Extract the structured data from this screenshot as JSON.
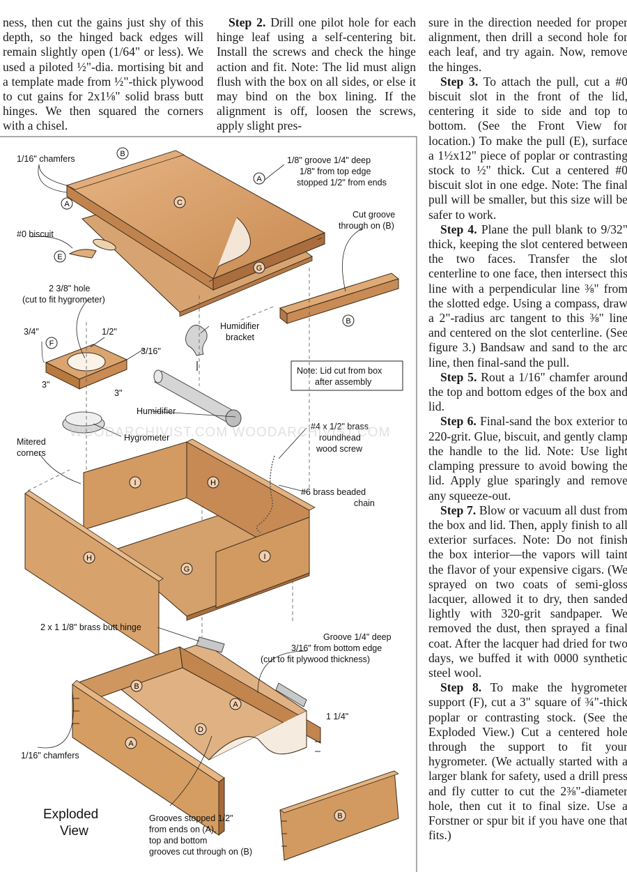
{
  "column1": [
    "ness, then cut the gains just shy of this depth, so the hinged back edges will remain slightly open (1/64\" or less). We used a piloted ½\"-dia. mortising bit and a template made from ½\"-thick plywood to cut gains for 2x1⅛\" solid brass butt hinges. We then squared the corners with a chisel."
  ],
  "column2": [
    {
      "step": "Step 2.",
      "text": " Drill one pilot hole for each hinge leaf using a self-centering bit. Install the screws and check the hinge action and fit. Note: The lid must align flush with the box on all sides, or else it may bind on the box lining. If the alignment is off, loosen the screws, apply slight pres-"
    }
  ],
  "column3": [
    {
      "step": "",
      "text": "sure in the direction needed for proper alignment, then drill a second hole for each leaf, and try again. Now, remove the hinges."
    },
    {
      "step": "Step 3.",
      "text": " To attach the pull, cut a #0 biscuit slot in the front of the lid, centering it side to side and top to bottom. (See the Front View for location.) To make the pull (E), surface a 1½x12\" piece of poplar or contrasting stock to ½\" thick. Cut a centered #0 biscuit slot in one edge. Note: The final pull will be smaller, but this size will be safer to work."
    },
    {
      "step": "Step 4.",
      "text": " Plane the pull blank to 9/32\" thick, keeping the slot centered between the two faces. Transfer the slot centerline to one face, then intersect this line with a perpendicular line ⅜\" from the slotted edge. Using a compass, draw a 2\"-radius arc tangent to this ⅜\" line and centered on the slot centerline. (See figure 3.) Bandsaw and sand to the arc line, then final-sand the pull."
    },
    {
      "step": "Step 5.",
      "text": " Rout a 1/16\" chamfer around the top and bottom edges of the box and lid."
    },
    {
      "step": "Step 6.",
      "text": " Final-sand the box exterior to 220-grit. Glue, biscuit, and gently clamp the handle to the lid. Note: Use light clamping pressure to avoid bowing the lid. Apply glue sparingly and remove any squeeze-out."
    },
    {
      "step": "Step 7.",
      "text": " Blow or vacuum all dust from the box and lid. Then, apply finish to all exterior surfaces. Note: Do not finish the box interior—the vapors will taint the flavor of your expensive cigars. (We sprayed on two coats of semi-gloss lacquer, allowed it to dry, then sanded lightly with 320-grit sandpaper. We removed the dust, then sprayed a final coat. After the lacquer had dried for two days, we buffed it with 0000 synthetic steel wool."
    },
    {
      "step": "Step 8.",
      "text": " To make the hygrometer support (F), cut a 3\" square of ¾\"-thick poplar or contrasting stock. (See the Exploded View.) Cut a centered hole through the support to fit your hygrometer. (We actually started with a larger blank for safety, used a drill press and fly cutter to cut the 2⅜\"-diameter hole, then cut it to final size. Use a Forstner or spur bit if you have one that fits.)"
    }
  ],
  "diagram": {
    "title_line1": "Exploded",
    "title_line2": "View",
    "labels": {
      "chamfers_top": "1/16\" chamfers",
      "groove_top_1": "1/8\" groove 1/4\" deep",
      "groove_top_2": "1/8\" from top edge",
      "groove_top_3": "stopped 1/2\" from ends",
      "cut_groove_1": "Cut groove",
      "cut_groove_2": "through on (B)",
      "biscuit": "#0 biscuit",
      "hole_1": "2 3/8\" hole",
      "hole_2": "(cut to fit hygrometer)",
      "dim_34": "3/4\"",
      "dim_12": "1/2\"",
      "dim_316": "3/16\"",
      "dim_3a": "3\"",
      "dim_3b": "3\"",
      "humidifier_bracket_1": "Humidifier",
      "humidifier_bracket_2": "bracket",
      "note_1": "Note: Lid cut from box",
      "note_2": "after assembly",
      "humidifier": "Humidifier",
      "hygrometer": "Hygrometer",
      "screw_1": "#4 x 1/2\" brass",
      "screw_2": "roundhead",
      "screw_3": "wood screw",
      "mitered_1": "Mitered",
      "mitered_2": "corners",
      "chain_1": "#6 brass beaded",
      "chain_2": "chain",
      "hinge": "2 x 1 1/8\" brass butt hinge",
      "groove_bottom_1": "Groove 1/4\" deep",
      "groove_bottom_2": "3/16\" from bottom edge",
      "groove_bottom_3": "(cut to fit plywood thickness)",
      "dim_114": "1 1/4\"",
      "chamfers_bottom": "1/16\" chamfers",
      "stopped_1": "Grooves stopped 1/2\"",
      "stopped_2": "from ends on (A),",
      "stopped_3": "top and bottom",
      "stopped_4": "grooves cut through on (B)"
    },
    "parts": [
      "A",
      "B",
      "C",
      "D",
      "E",
      "F",
      "G",
      "H",
      "I"
    ]
  },
  "watermark": "WOODARCHIVIST.COM   WOODARCHIVIST.COM",
  "colors": {
    "wood": "#d9a06a",
    "wood_dark": "#b8794a",
    "wood_light": "#e7b888",
    "ink": "#1b1b1b"
  }
}
